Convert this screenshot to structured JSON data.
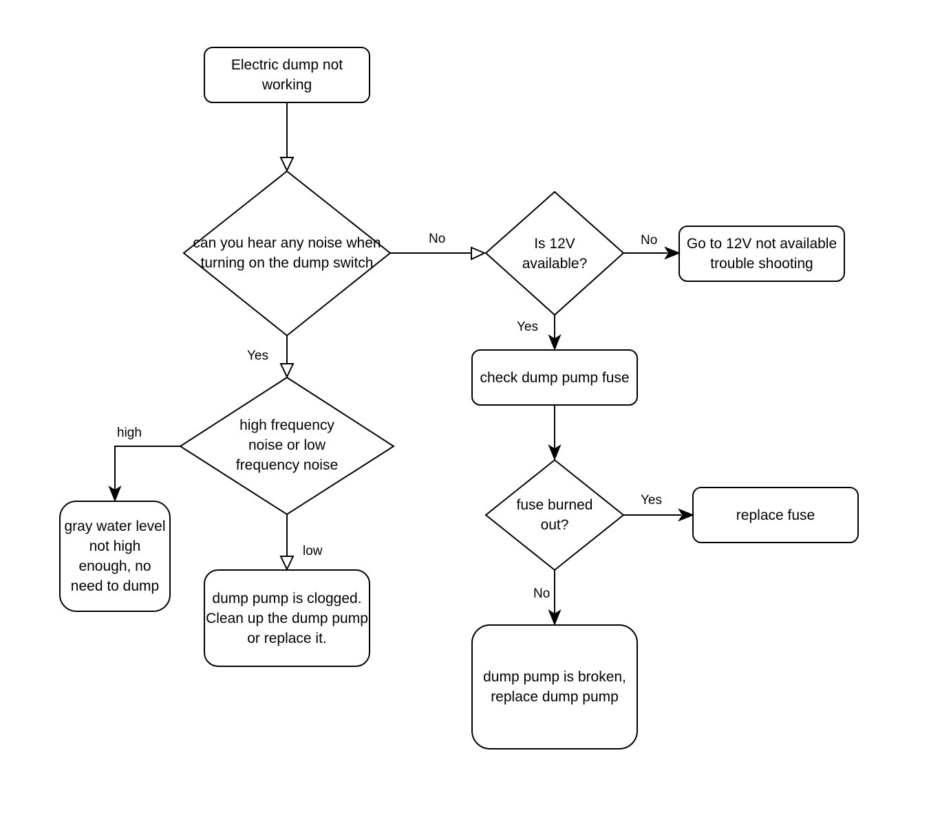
{
  "nodes": {
    "start": "Electric dump not working",
    "q_noise": "can you hear any noise when turning on the dump switch",
    "q_12v": "Is 12V available?",
    "goto_12v": "Go to 12V not available trouble shooting",
    "check_fuse": "check dump pump fuse",
    "q_freq": "high frequency noise or low frequency noise",
    "q_fuse": "fuse burned out?",
    "replace_fuse": "replace fuse",
    "gray_water": "gray water level not high enough, no need to dump",
    "clogged": "dump pump is clogged. Clean up the dump pump or replace it.",
    "broken": "dump pump is broken, replace dump pump"
  },
  "edge_labels": {
    "noise_no": "No",
    "v12_no": "No",
    "v12_yes": "Yes",
    "noise_yes": "Yes",
    "freq_high": "high",
    "freq_low": "low",
    "fuse_yes": "Yes",
    "fuse_no": "No"
  },
  "colors": {
    "stroke": "#000000",
    "fill": "#ffffff",
    "text": "#000000"
  }
}
